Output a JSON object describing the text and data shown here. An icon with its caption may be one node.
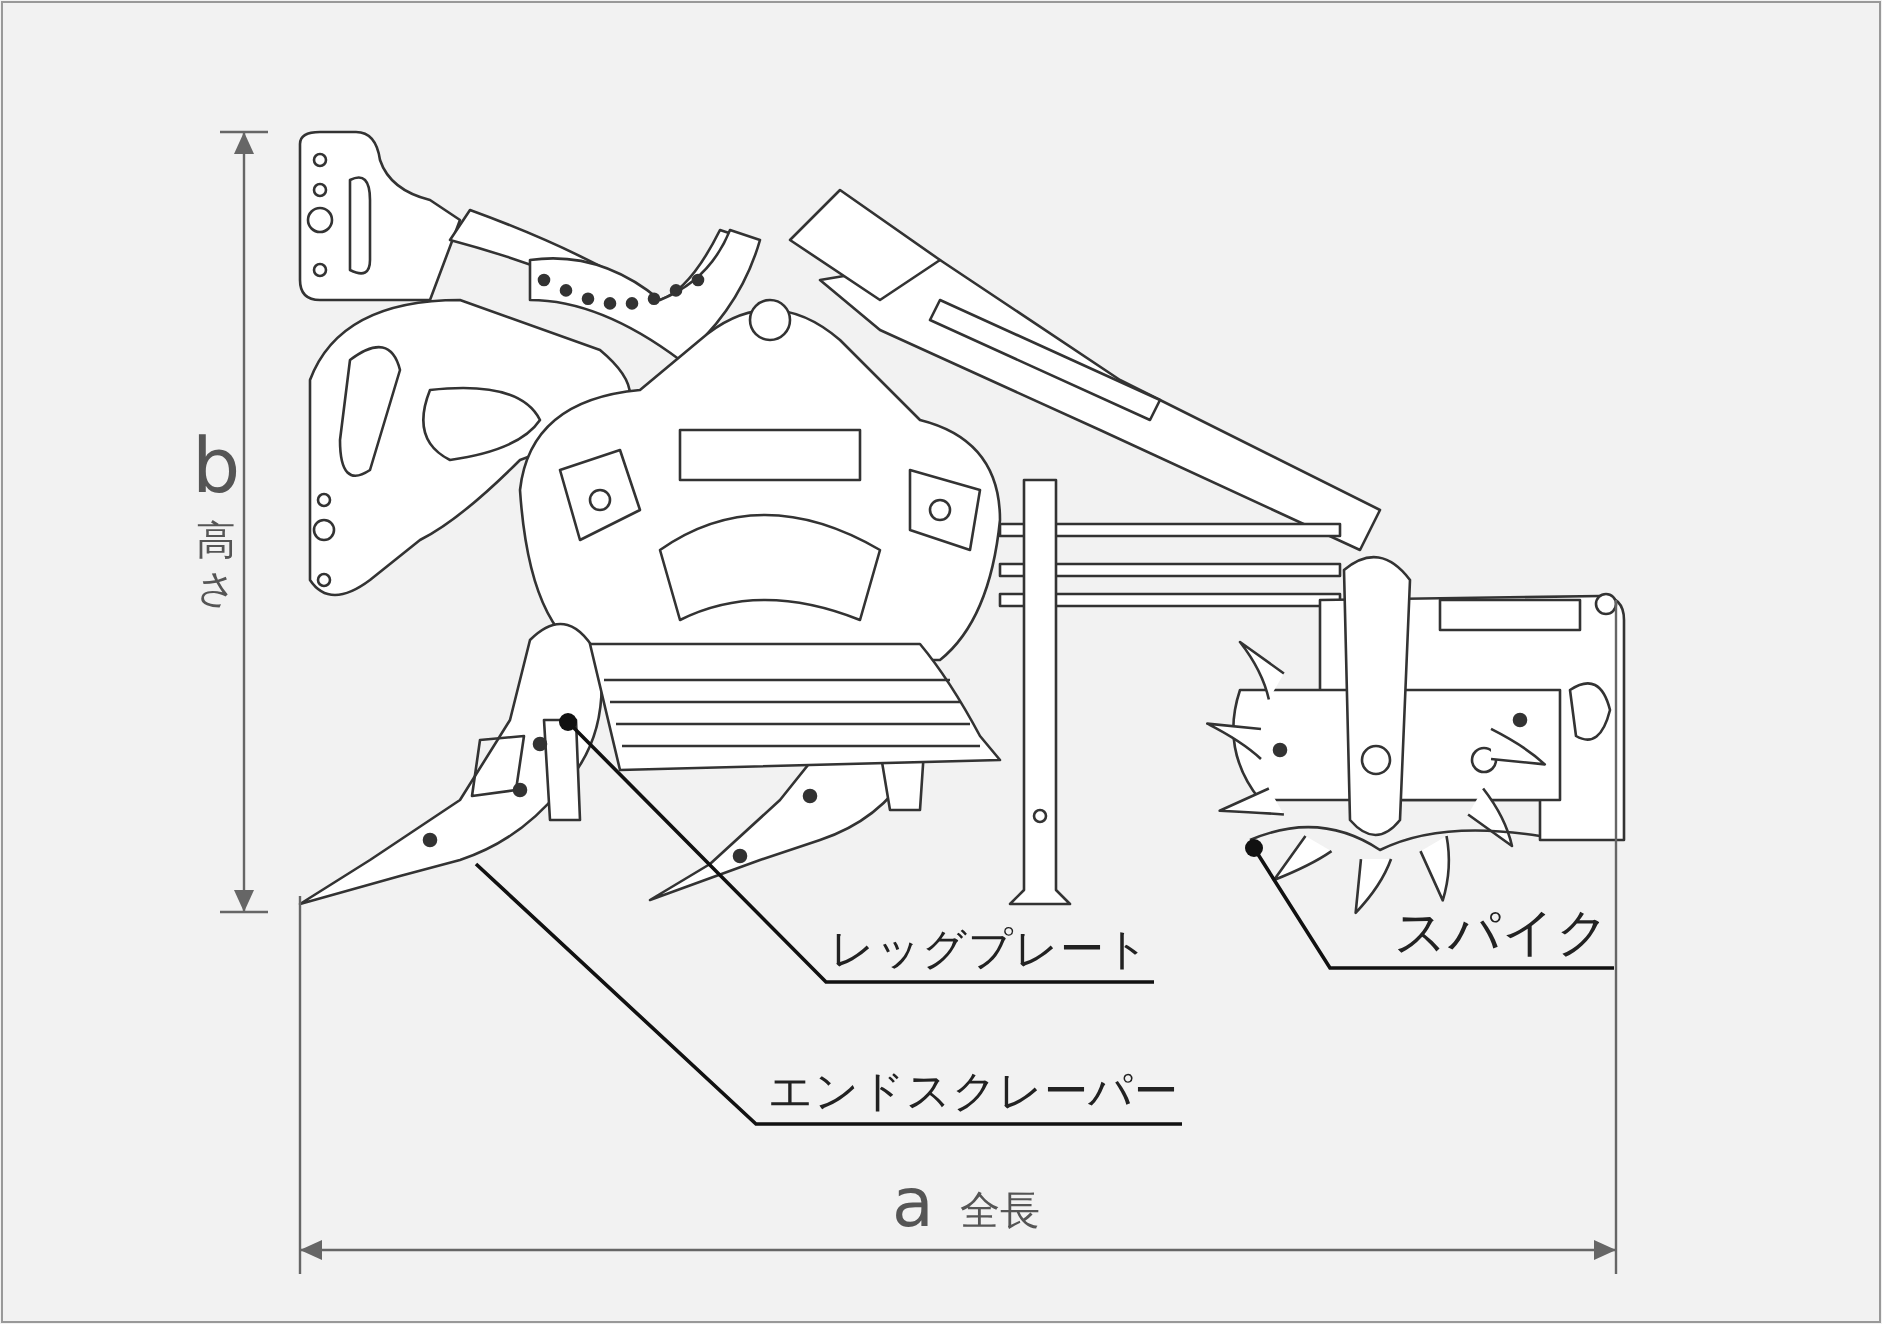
{
  "diagram": {
    "nodes": [
      {
        "text": [
          "レッグプレート"
        ]
      },
      {
        "text": [
          "エンドスクレーパー"
        ]
      },
      {
        "text": [
          "スパイク"
        ]
      }
    ],
    "edges": [
      {
        "from": 0,
        "to": null,
        "arrow": "other"
      },
      {
        "from": 1,
        "to": null,
        "arrow": "none"
      },
      {
        "from": 2,
        "to": null,
        "arrow": "other"
      }
    ],
    "labels": [
      "b",
      "高さ",
      "a",
      "全長"
    ]
  }
}
